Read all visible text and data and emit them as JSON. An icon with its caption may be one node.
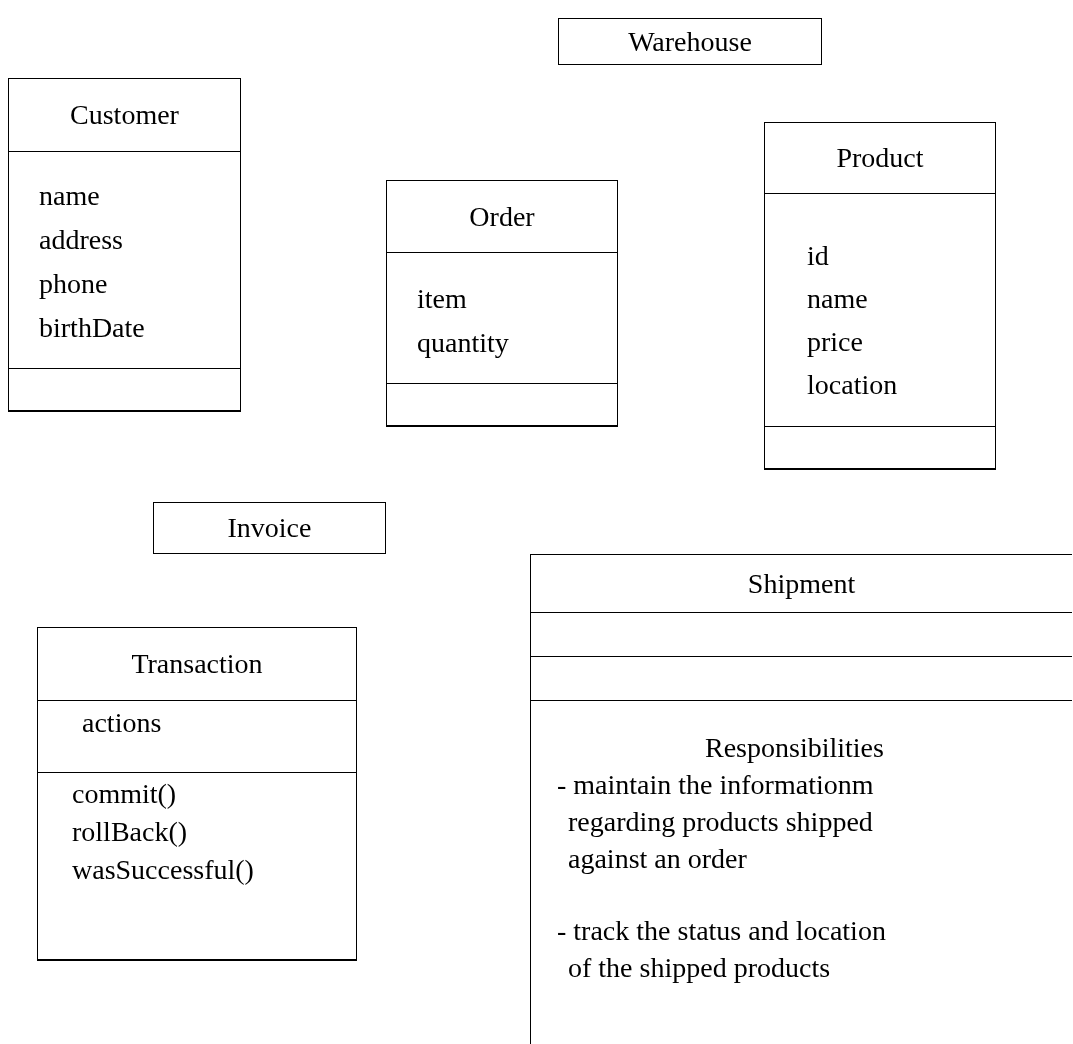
{
  "diagram": {
    "nodes": [
      {
        "text": [
          "Warehouse"
        ]
      },
      {
        "text": [],
        "shape": "box"
      },
      {
        "text": [
          "Customer"
        ],
        "in": 1
      },
      {
        "text": [
          "name",
          "address",
          "phone",
          "birthDate"
        ],
        "in": 1
      },
      {
        "text": [],
        "shape": "box",
        "in": 1
      },
      {
        "text": [],
        "shape": "box"
      },
      {
        "text": [
          "Order"
        ],
        "in": 5
      },
      {
        "text": [
          "item",
          "quantity"
        ],
        "in": 5
      },
      {
        "text": [],
        "shape": "box",
        "in": 5
      },
      {
        "text": [],
        "shape": "box"
      },
      {
        "text": [
          "Product"
        ],
        "in": 9
      },
      {
        "text": [
          "id",
          "name",
          "price",
          "location"
        ],
        "in": 9
      },
      {
        "text": [],
        "shape": "box",
        "in": 9
      },
      {
        "text": [
          "Invoice"
        ]
      },
      {
        "text": [],
        "shape": "box"
      },
      {
        "text": [
          "Transaction"
        ],
        "in": 14
      },
      {
        "text": [
          "actions"
        ],
        "in": 14
      },
      {
        "text": [
          "commit()",
          "rollBack()",
          "wasSuccessful()"
        ],
        "in": 14
      },
      {
        "text": [],
        "shape": "box"
      },
      {
        "text": [
          "Shipment"
        ],
        "in": 18
      },
      {
        "text": [
          "Responsibilities",
          "- maintain the informationm regarding products shipped against an order",
          "- track the status and location of the shipped products"
        ],
        "in": 18
      }
    ]
  }
}
